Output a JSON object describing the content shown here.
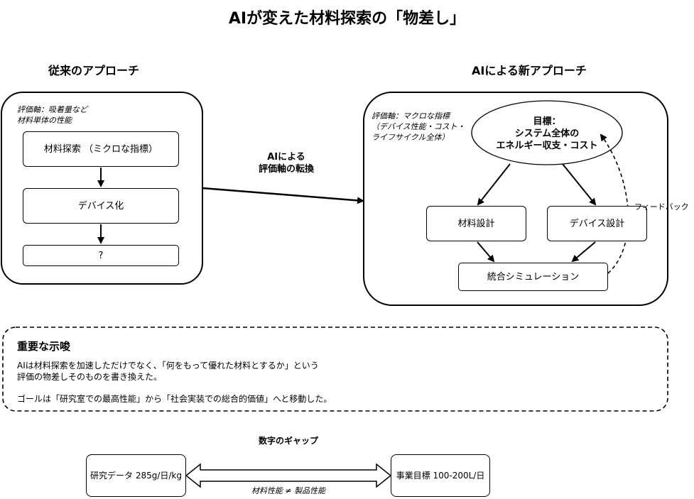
{
  "title": "AIが変えた材料探索の「物差し」",
  "left": {
    "heading": "従来のアプローチ",
    "axis_note": "評価軸：吸着量など\n材料単体の性能",
    "nodes": [
      "材料探索\n（ミクロな指標）",
      "デバイス化",
      "?"
    ]
  },
  "middle": {
    "arrow_label": "AIによる\n評価軸の転換"
  },
  "right": {
    "heading": "AIによる新アプローチ",
    "axis_note": "評価軸：マクロな指標\n（デバイス性能・コスト・\nライフサイクル全体）",
    "goal": "目標：\nシステム全体の\nエネルギー収支・コスト",
    "material_design": "材料設計",
    "device_design": "デバイス設計",
    "simulation": "統合シミュレーション",
    "feedback": "フィードバック"
  },
  "implication": {
    "heading": "重要な示唆",
    "text1": "AIは材料探索を加速しただけでなく、「何をもって優れた材料とするか」という\n評価の物差しそのものを書き換えた。",
    "text2": "ゴールは「研究室での最高性能」から「社会実装での総合的価値」へと移動した。"
  },
  "gap": {
    "heading": "数字のギャップ",
    "research": "研究データ\n285g/日/kg",
    "business": "事業目標\n100-200L/日",
    "relation": "材料性能 ≠ 製品性能"
  }
}
